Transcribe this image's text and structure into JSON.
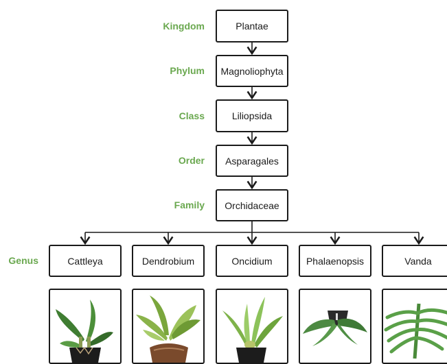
{
  "ranks": {
    "kingdom": "Kingdom",
    "phylum": "Phylum",
    "class": "Class",
    "order": "Order",
    "family": "Family",
    "genus": "Genus"
  },
  "taxa": {
    "kingdom": "Plantae",
    "phylum": "Magnoliophyta",
    "class": "Liliopsida",
    "order": "Asparagales",
    "family": "Orchidaceae"
  },
  "genera": [
    "Cattleya",
    "Dendrobium",
    "Oncidium",
    "Phalaenopsis",
    "Vanda"
  ],
  "colors": {
    "rank_label": "#6aa84f",
    "border": "#1a1a1a"
  }
}
